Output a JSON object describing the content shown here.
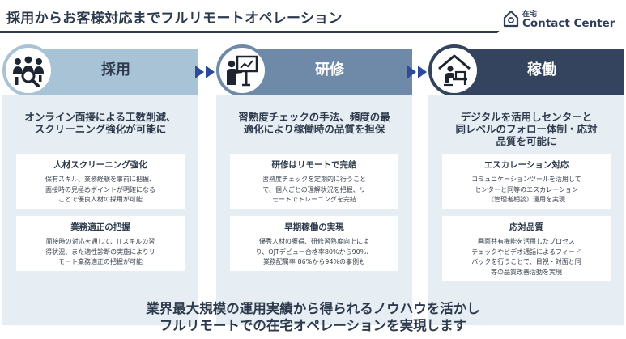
{
  "title": "採用からお客様対応までフルリモートオペレーション",
  "logo": {
    "small": "在宅",
    "big": "Contact Center"
  },
  "colors": {
    "band1": "#a9c3d6",
    "band2": "#6e8aa8",
    "band3": "#34445e",
    "body_bg": "#e6edf3",
    "chevron": "#2b4a9a",
    "heading": "#2d3a4c"
  },
  "columns": [
    {
      "label": "採用",
      "icon": "interview-people-icon",
      "lead": "オンライン面接による工数削減、\nスクリーニング強化が可能に",
      "cards": [
        {
          "title": "人材スクリーニング強化",
          "text": "保有スキル、業務経験を事前に把握、\n面接時の見極めポイントが明確になる\nことで優良人材の採用が可能"
        },
        {
          "title": "業務適正の把握",
          "text": "面接時の対応を通して、ITスキルの習\n得状況、また適性診断の実施によりリ\nモート業務適正の把握が可能"
        }
      ]
    },
    {
      "label": "研修",
      "icon": "trainer-presentation-icon",
      "lead": "習熟度チェックの手法、頻度の最\n適化により稼働時の品質を担保",
      "cards": [
        {
          "title": "研修はリモートで完結",
          "text": "習熟度チェックを定期的に行うこと\nで、個人ごとの理解状況を把握、リ\nモートでトレーニングを完結"
        },
        {
          "title": "早期稼働の実現",
          "text": "優秀人材の獲得、研修習熟度向上によ\nり、OJTデビュー合格率80%から90%、\n業務配属率 86%から94%の事例も"
        }
      ]
    },
    {
      "label": "稼働",
      "icon": "home-worker-icon",
      "lead": "デジタルを活用しセンターと\n同レベルのフォロー体制・応対\n品質を可能に",
      "cards": [
        {
          "title": "エスカレーション対応",
          "text": "コミュニケーションツールを活用して\nセンターと同等のエスカレーション\n（管理者相談）運用を実現"
        },
        {
          "title": "応対品質",
          "text": "画面共有機能を活用したプロセス\nチェックやビデオ通話によるフィード\nバックを行うことで、目視・対面と同\n等の品質改善活動を実現"
        }
      ]
    }
  ],
  "footer": {
    "line1": "業界最大規模の運用実績から得られるノウハウを活かし",
    "line2": "フルリモートでの在宅オペレーションを実現します"
  }
}
